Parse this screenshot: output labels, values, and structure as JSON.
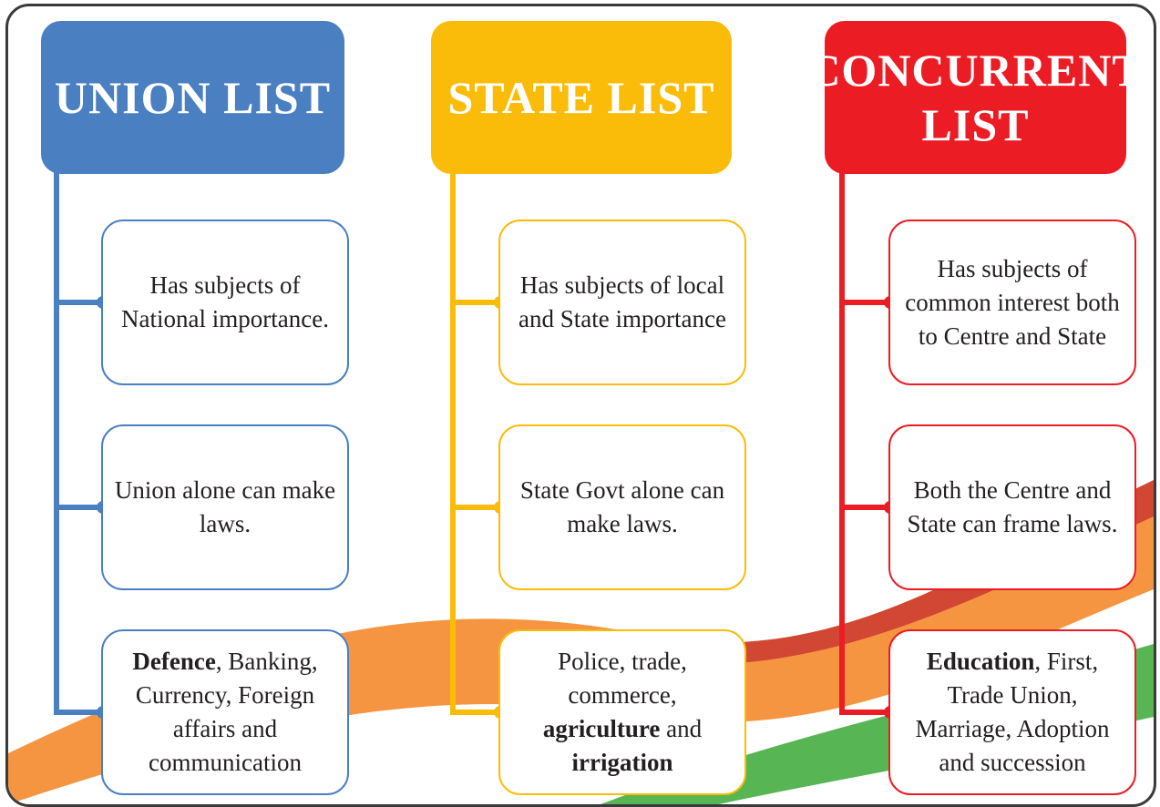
{
  "colors": {
    "union": "#4a7fc1",
    "state": "#fbbc09",
    "concurrent": "#ec1c24",
    "frame": "#3a3a3a",
    "wave_saffron": "#f58220",
    "wave_green": "#39a935"
  },
  "columns": [
    {
      "key": "union",
      "title": "UNION LIST",
      "cards": [
        {
          "text": "Has subjects of National importance."
        },
        {
          "text": "Union alone can make laws."
        },
        {
          "bold": "Defence",
          "text": ", Banking, Currency, Foreign affairs and communication"
        }
      ]
    },
    {
      "key": "state",
      "title": "STATE LIST",
      "cards": [
        {
          "text": "Has subjects of local and State importance"
        },
        {
          "text": "State Govt alone can make laws."
        },
        {
          "text": "Police, trade, commerce, ",
          "bold": "agriculture",
          "text2": " and ",
          "bold2": "irrigation"
        }
      ]
    },
    {
      "key": "concurrent",
      "title_line1": "CONCURRENT",
      "title_line2": "LIST",
      "cards": [
        {
          "text": "Has subjects of common interest both to Centre and State"
        },
        {
          "text": "Both the Centre and State can frame laws."
        },
        {
          "bold": "Education",
          "text": ", First, Trade Union, Marriage, Adoption and succession"
        }
      ]
    }
  ]
}
